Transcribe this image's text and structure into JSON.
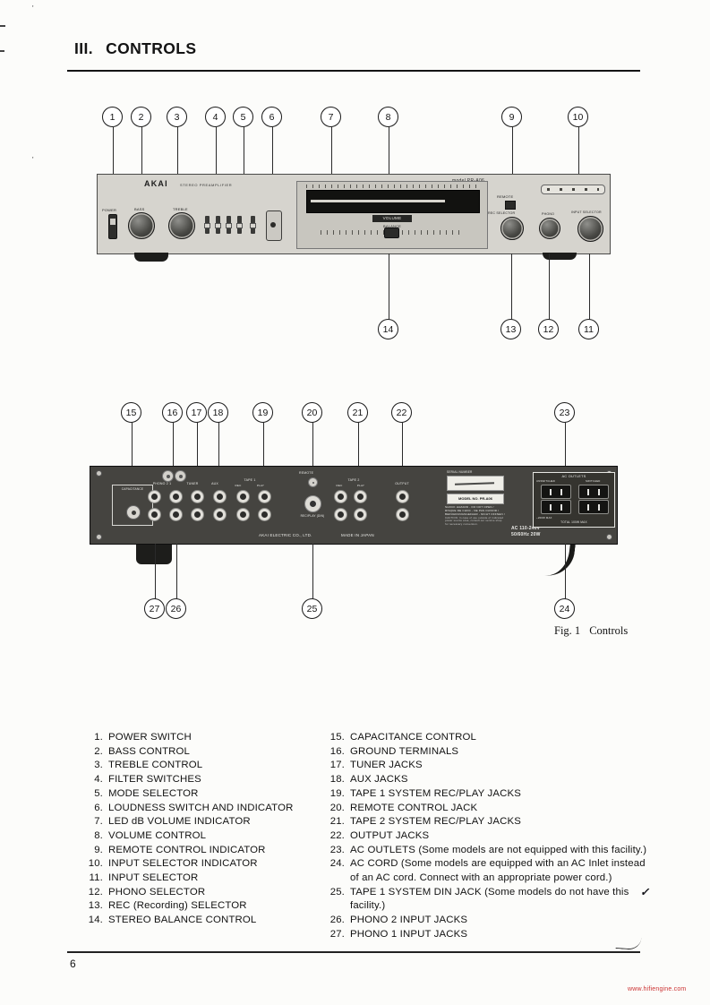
{
  "page": {
    "section_number": "III.",
    "section_title": "CONTROLS",
    "fig_label": "Fig. 1",
    "fig_title": "Controls",
    "page_number": "6",
    "watermark": "www.hifiengine.com",
    "check_mark": "✓"
  },
  "front_panel": {
    "brand": "AKAI",
    "brand_sub": "STEREO PREAMPLIFIER",
    "model": "model PR-A06",
    "power": "POWER",
    "bass": "BASS",
    "treble": "TREBLE",
    "volume": "VOLUME",
    "balance": "BALANCE",
    "remote": "REMOTE",
    "rec_selector": "REC SELECTOR",
    "phono": "PHONO",
    "input_selector": "INPUT SELECTOR",
    "callouts_top": [
      "1",
      "2",
      "3",
      "4",
      "5",
      "6",
      "7",
      "8",
      "9",
      "10"
    ],
    "callouts_bottom": [
      "14",
      "13",
      "12",
      "11"
    ]
  },
  "rear_panel": {
    "capacitance": "CAPACITANCE",
    "phono_group": "PHONO  2  1",
    "tuner": "TUNER",
    "aux": "AUX",
    "tape1": "TAPE 1",
    "rec": "REC",
    "play": "PLAY",
    "remote": "REMOTE",
    "din_label": "REC/PLAY (DIN)",
    "tape2": "TAPE 2",
    "output": "OUTPUT",
    "serial": "SERIAL NUMBER",
    "model_no": "MODEL NO.  PR-A06",
    "warning1": "SHOCK HAZARD - DO NOT OPEN /",
    "warning2": "RISQUE DE CHOC - NE PAS OUVRIR /",
    "warning3": "BERUHRUNGSGEFAHR - NICHT OFFNEN /",
    "caution": "CAUTION: In case of use outside of indicated power source area, consult our service shop for necessary conversion.",
    "maker": "AKAI ELECTRIC CO., LTD.",
    "made_in": "MADE IN JAPAN",
    "ac_rating1": "AC 110-240V",
    "ac_rating2": "50/60Hz 20W",
    "ac_outlets": "AC OUTLETS",
    "unswitched": "UNSWITCHED",
    "switched": "SWITCHED",
    "w200": "~200W MAX",
    "total": "TOTAL 100W MAX",
    "callouts_top": [
      "15",
      "16",
      "17",
      "18",
      "19",
      "20",
      "21",
      "22",
      "23"
    ],
    "callouts_bottom": [
      "27",
      "26",
      "25",
      "24"
    ]
  },
  "controls_list": {
    "left": [
      {
        "num": "1.",
        "label": "POWER SWITCH"
      },
      {
        "num": "2.",
        "label": "BASS CONTROL"
      },
      {
        "num": "3.",
        "label": "TREBLE CONTROL"
      },
      {
        "num": "4.",
        "label": "FILTER SWITCHES"
      },
      {
        "num": "5.",
        "label": "MODE SELECTOR"
      },
      {
        "num": "6.",
        "label": "LOUDNESS SWITCH AND INDICATOR"
      },
      {
        "num": "7.",
        "label": "LED dB VOLUME INDICATOR"
      },
      {
        "num": "8.",
        "label": "VOLUME CONTROL"
      },
      {
        "num": "9.",
        "label": "REMOTE CONTROL INDICATOR"
      },
      {
        "num": "10.",
        "label": "INPUT SELECTOR INDICATOR"
      },
      {
        "num": "11.",
        "label": "INPUT SELECTOR"
      },
      {
        "num": "12.",
        "label": "PHONO SELECTOR"
      },
      {
        "num": "13.",
        "label": "REC (Recording) SELECTOR"
      },
      {
        "num": "14.",
        "label": "STEREO BALANCE CONTROL"
      }
    ],
    "right": [
      {
        "num": "15.",
        "label": "CAPACITANCE CONTROL"
      },
      {
        "num": "16.",
        "label": "GROUND TERMINALS"
      },
      {
        "num": "17.",
        "label": "TUNER JACKS"
      },
      {
        "num": "18.",
        "label": "AUX JACKS"
      },
      {
        "num": "19.",
        "label": "TAPE 1 SYSTEM REC/PLAY JACKS"
      },
      {
        "num": "20.",
        "label": "REMOTE CONTROL JACK"
      },
      {
        "num": "21.",
        "label": "TAPE 2 SYSTEM REC/PLAY JACKS"
      },
      {
        "num": "22.",
        "label": "OUTPUT JACKS"
      },
      {
        "num": "23.",
        "label": "AC OUTLETS (Some models are not equipped with this facility.)"
      },
      {
        "num": "24.",
        "label": "AC CORD (Some models are equipped with an AC Inlet instead of an AC cord. Connect with an appropriate power cord.)"
      },
      {
        "num": "25.",
        "label": "TAPE 1 SYSTEM DIN JACK (Some models do not have this facility.)"
      },
      {
        "num": "26.",
        "label": "PHONO 2 INPUT JACKS"
      },
      {
        "num": "27.",
        "label": "PHONO 1 INPUT JACKS"
      }
    ]
  }
}
